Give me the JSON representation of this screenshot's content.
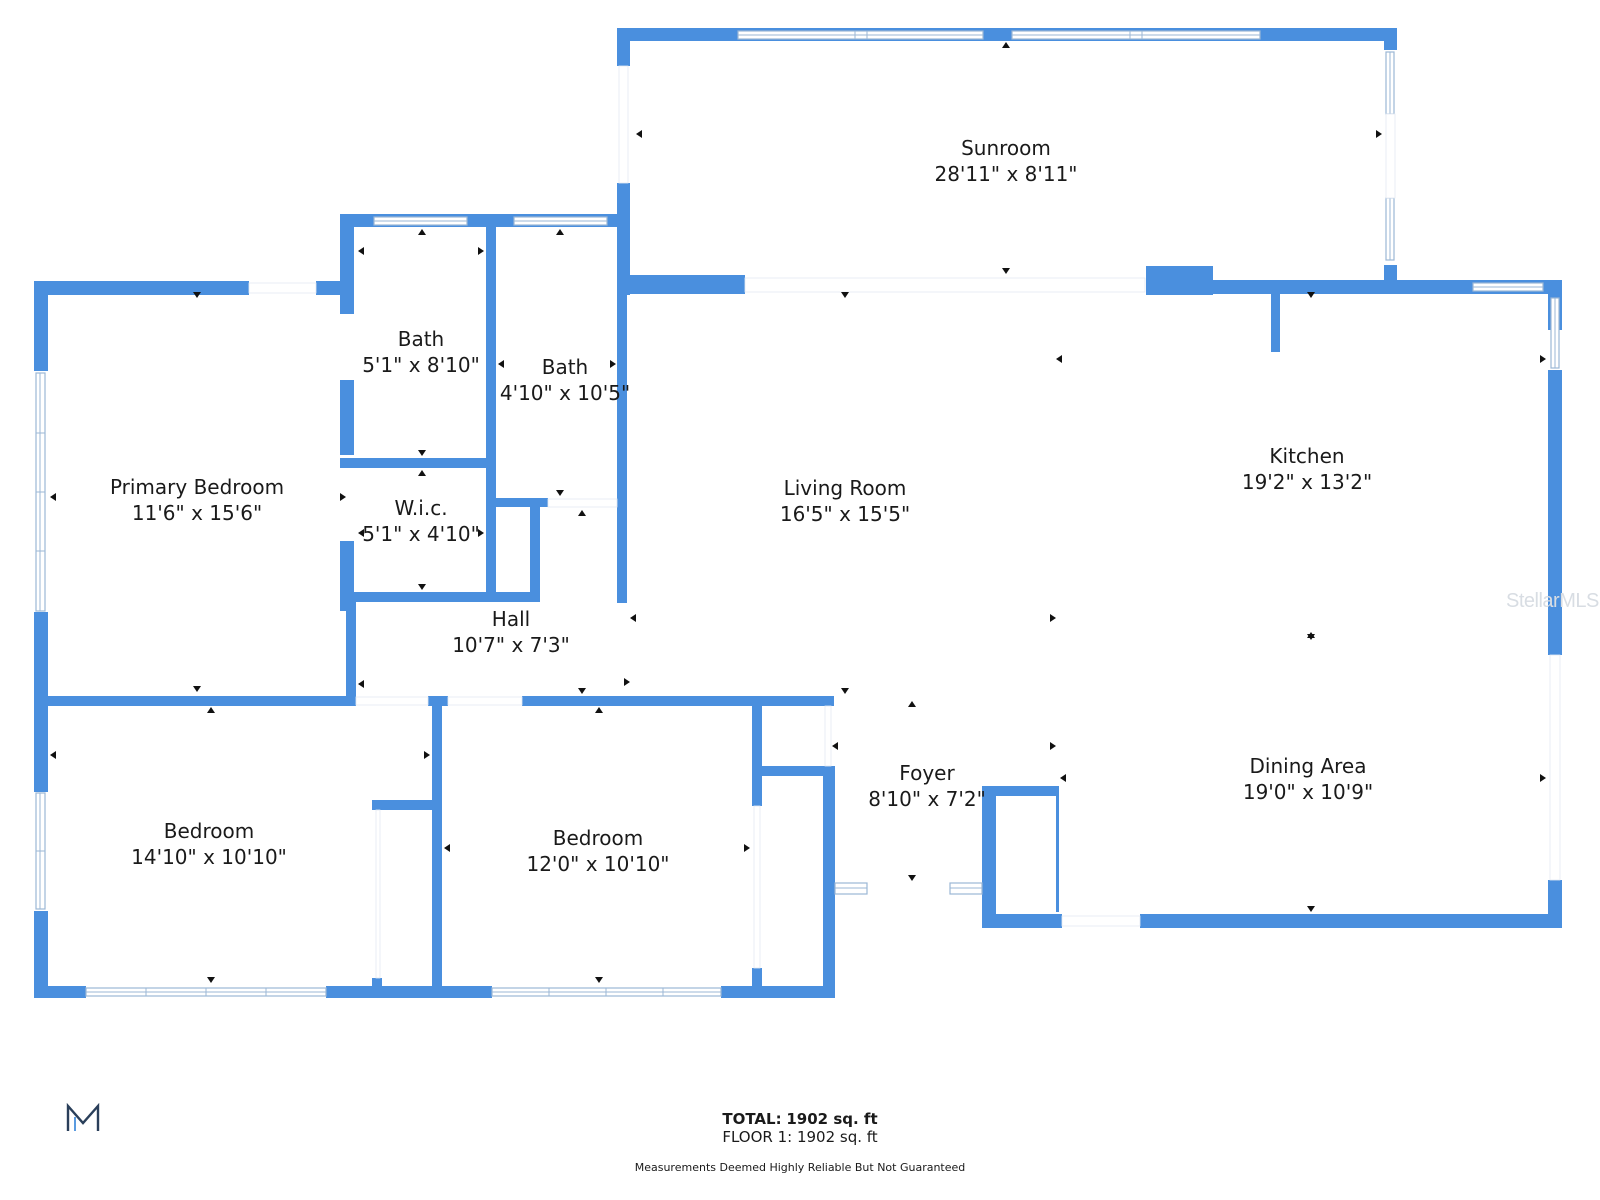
{
  "colors": {
    "wall": "#4a8fde",
    "text": "#1a1a1a",
    "watermark": "#d8dde3"
  },
  "rooms": {
    "sunroom": {
      "name": "Sunroom",
      "dims": "28'11\" x 8'11\""
    },
    "bath1": {
      "name": "Bath",
      "dims": "5'1\" x 8'10\""
    },
    "bath2": {
      "name": "Bath",
      "dims": "4'10\" x 10'5\""
    },
    "primary_bedroom": {
      "name": "Primary Bedroom",
      "dims": "11'6\" x 15'6\""
    },
    "wic": {
      "name": "W.i.c.",
      "dims": "5'1\" x 4'10\""
    },
    "living_room": {
      "name": "Living Room",
      "dims": "16'5\" x 15'5\""
    },
    "kitchen": {
      "name": "Kitchen",
      "dims": "19'2\" x 13'2\""
    },
    "hall": {
      "name": "Hall",
      "dims": "10'7\" x 7'3\""
    },
    "foyer": {
      "name": "Foyer",
      "dims": "8'10\" x 7'2\""
    },
    "dining_area": {
      "name": "Dining Area",
      "dims": "19'0\" x 10'9\""
    },
    "bedroom1": {
      "name": "Bedroom",
      "dims": "14'10\" x 10'10\""
    },
    "bedroom2": {
      "name": "Bedroom",
      "dims": "12'0\" x 10'10\""
    }
  },
  "footer": {
    "total_label": "TOTAL:",
    "total_value": "1902 sq. ft",
    "floor_line": "FLOOR 1: 1902 sq. ft",
    "disclaimer": "Measurements Deemed Highly Reliable But Not Guaranteed"
  },
  "watermark": "StellarMLS",
  "logo_icon": "m-logo-icon"
}
